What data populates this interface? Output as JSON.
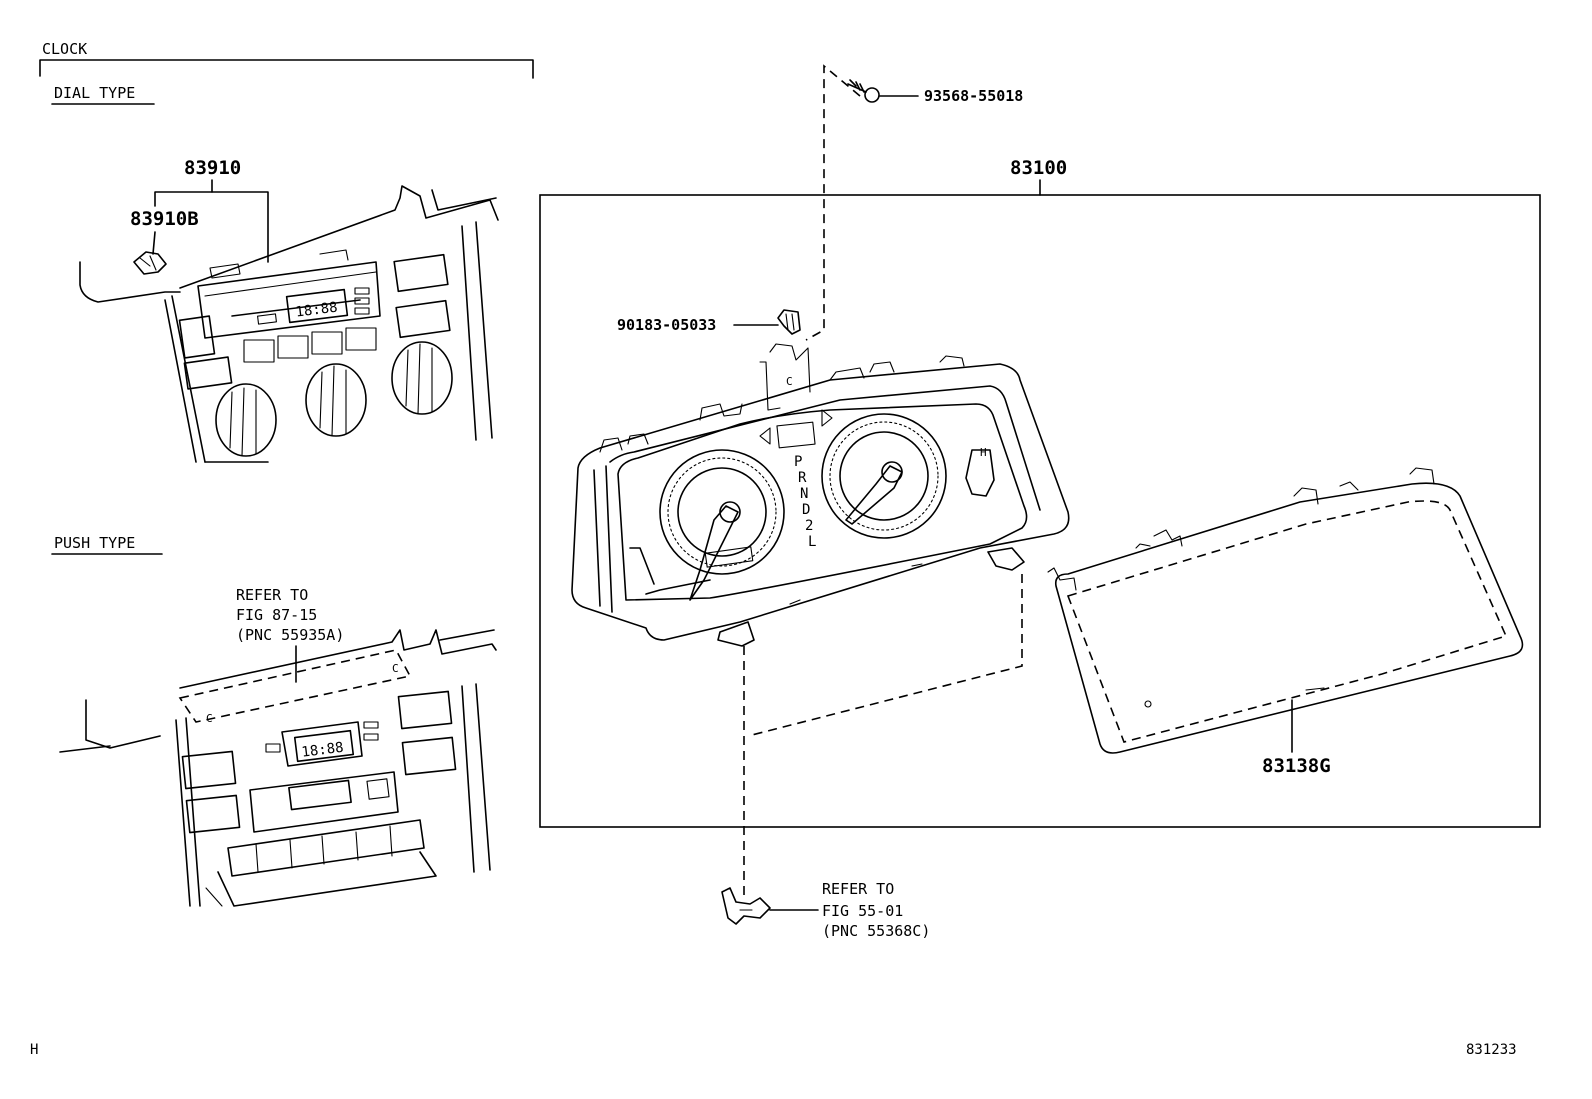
{
  "section": {
    "clock_title": "CLOCK",
    "dial_type": "DIAL TYPE",
    "push_type": "PUSH TYPE"
  },
  "parts": {
    "p83910": "83910",
    "p83910B": "83910B",
    "p83100": "83100",
    "p93568": "93568-55018",
    "p90183": "90183-05033",
    "p83138G": "83138G"
  },
  "refs": {
    "ref1_line1": "REFER TO",
    "ref1_line2": "FIG 87-15",
    "ref1_line3": "(PNC 55935A)",
    "ref2_line1": "REFER TO",
    "ref2_line2": "FIG 55-01",
    "ref2_line3": "(PNC 55368C)"
  },
  "display": {
    "clock_dial": "18:88",
    "clock_push": "18:88",
    "gear_letters": [
      "P",
      "R",
      "N",
      "D",
      "2",
      "L"
    ]
  },
  "footer": {
    "corner_letter": "H",
    "illustration_number": "831233"
  }
}
